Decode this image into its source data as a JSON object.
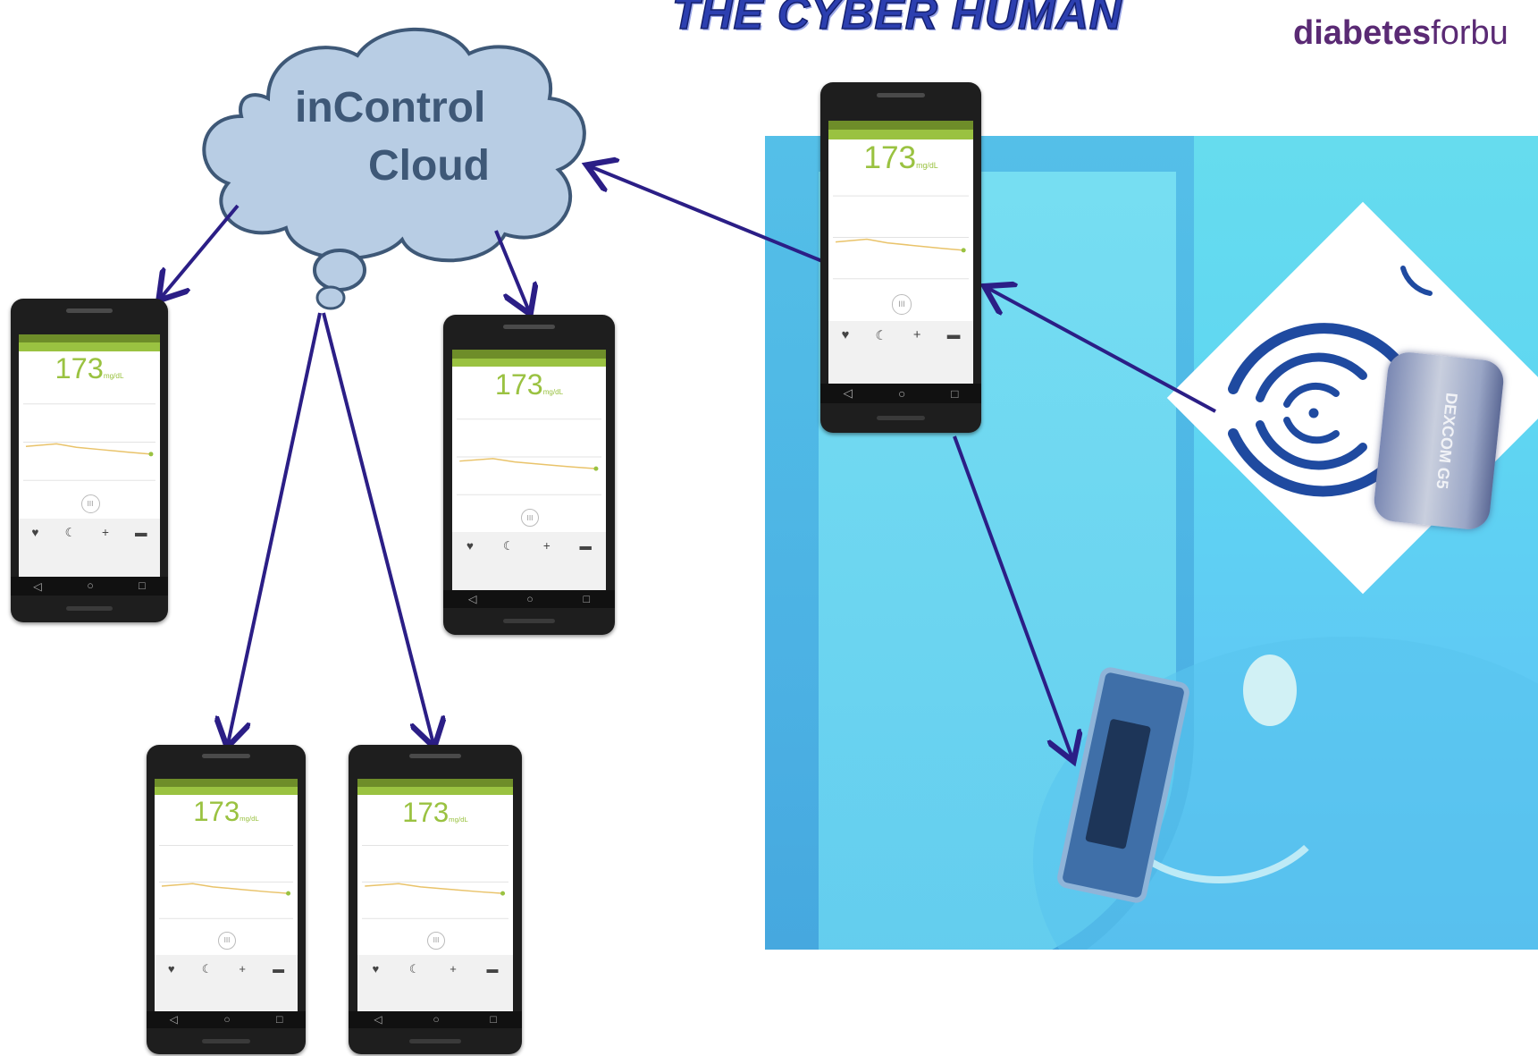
{
  "header": {
    "title": "THE CYBER HUMAN",
    "brand_bold": "diabetes",
    "brand_rest": "forbu"
  },
  "cloud": {
    "line1": "inControl",
    "line2": "Cloud"
  },
  "phone_app": {
    "reading": "173",
    "reading_unit": "mg/dL",
    "nav_icons": [
      "heart-icon",
      "moon-icon",
      "plus-icon",
      "chat-icon"
    ]
  },
  "transmitter": {
    "label": "DEXCOM G5"
  },
  "colors": {
    "arrow": "#2b1e86",
    "cloud_fill": "#b8cde4",
    "cloud_stroke": "#3e5877",
    "app_green": "#9ac241"
  }
}
